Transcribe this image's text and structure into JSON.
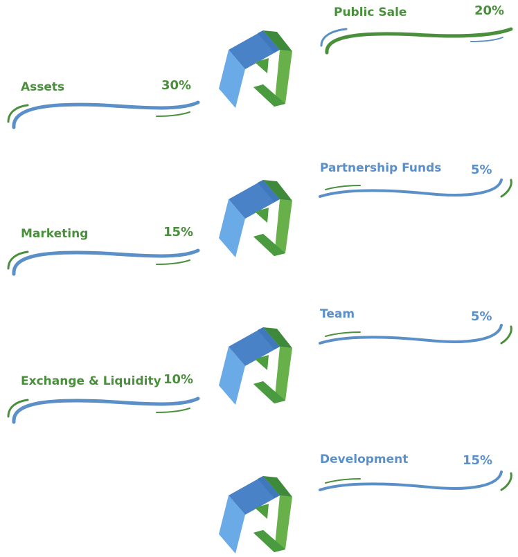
{
  "colors": {
    "green": "#4a8f3c",
    "blue": "#5a8fc8",
    "logo_blue_dark": "#4a82c8",
    "logo_blue_light": "#6aaae6",
    "logo_green_dark": "#3f8a3a",
    "logo_green_light": "#68b04a"
  },
  "logo_icon": "cube-logo-icon",
  "allocations": [
    {
      "label": "Public Sale",
      "percent": "20%",
      "color": "green"
    },
    {
      "label": "Assets",
      "percent": "30%",
      "color": "green"
    },
    {
      "label": "Partnership Funds",
      "percent": "5%",
      "color": "blue"
    },
    {
      "label": "Marketing",
      "percent": "15%",
      "color": "green"
    },
    {
      "label": "Team",
      "percent": "5%",
      "color": "blue"
    },
    {
      "label": "Exchange & Liquidity",
      "percent": "10%",
      "color": "green"
    },
    {
      "label": "Development",
      "percent": "15%",
      "color": "blue"
    }
  ]
}
